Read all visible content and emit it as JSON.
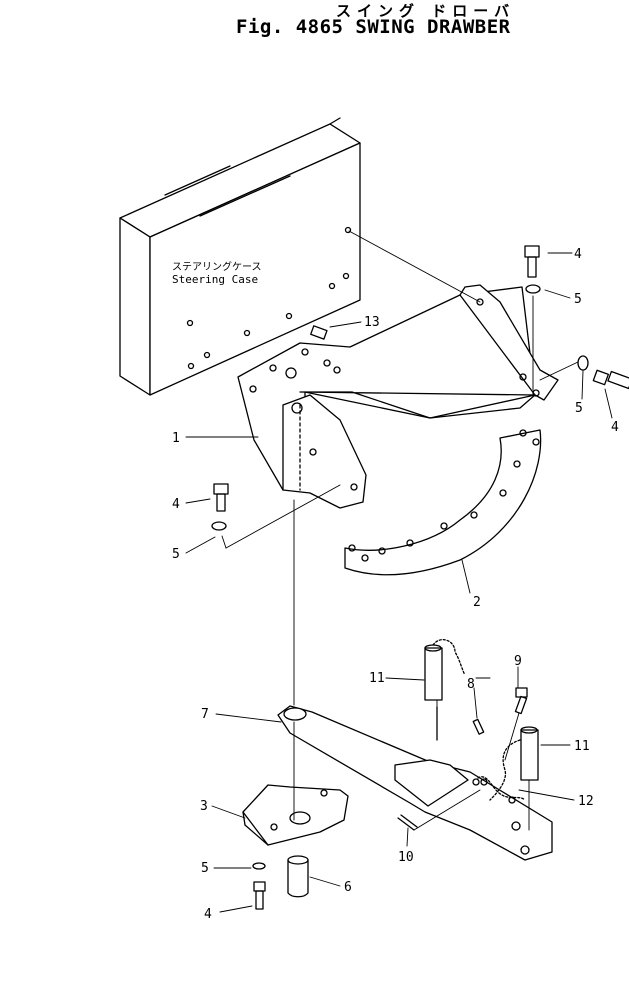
{
  "title": {
    "japanese": "スイング ドローバ",
    "english": "Fig. 4865 SWING DRAWBER"
  },
  "case_label": {
    "japanese": "ステアリングケース",
    "english": "Steering Case"
  },
  "callouts": [
    {
      "id": "c1",
      "label": "1"
    },
    {
      "id": "c2",
      "label": "2"
    },
    {
      "id": "c3",
      "label": "3"
    },
    {
      "id": "c4a",
      "label": "4"
    },
    {
      "id": "c4b",
      "label": "4"
    },
    {
      "id": "c4c",
      "label": "4"
    },
    {
      "id": "c4d",
      "label": "4"
    },
    {
      "id": "c5a",
      "label": "5"
    },
    {
      "id": "c5b",
      "label": "5"
    },
    {
      "id": "c5c",
      "label": "5"
    },
    {
      "id": "c5d",
      "label": "5"
    },
    {
      "id": "c6",
      "label": "6"
    },
    {
      "id": "c7",
      "label": "7"
    },
    {
      "id": "c8",
      "label": "8"
    },
    {
      "id": "c9",
      "label": "9"
    },
    {
      "id": "c10",
      "label": "10"
    },
    {
      "id": "c11a",
      "label": "11"
    },
    {
      "id": "c11b",
      "label": "11"
    },
    {
      "id": "c12",
      "label": "12"
    },
    {
      "id": "c13",
      "label": "13"
    }
  ]
}
